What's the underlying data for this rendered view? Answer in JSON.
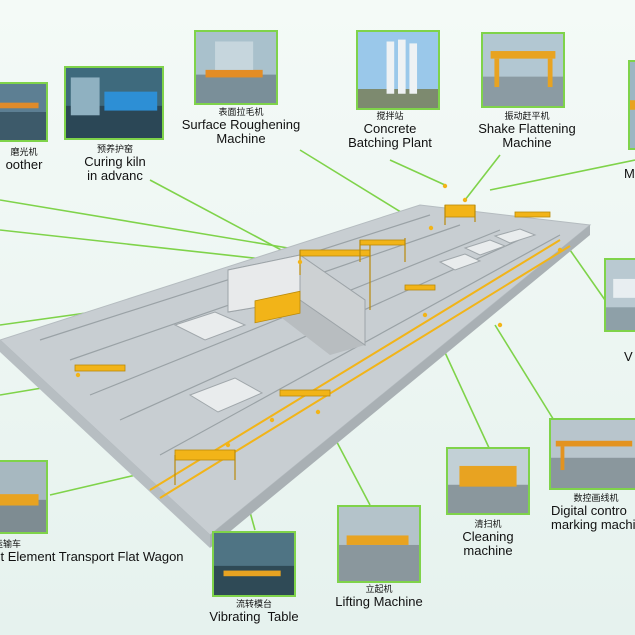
{
  "labels": {
    "surface_roughening": {
      "cn": "表面拉毛机",
      "en_line1": "Surface Roughening",
      "en_line2": "Machine"
    },
    "concrete_batching": {
      "cn": "搅拌站",
      "en_line1": "Concrete",
      "en_line2": "Batching Plant"
    },
    "shake_flattening": {
      "cn": "振动赶平机",
      "en_line1": "Shake Flattening",
      "en_line2": "Machine"
    },
    "curing_kiln": {
      "cn": "预养护窑",
      "en_line1": "Curing kiln",
      "en_line2": "in advanc"
    },
    "smoother": {
      "cn": "磨光机",
      "en_line1": "oother"
    },
    "right_top_partial": {
      "en_line1": "M"
    },
    "right_mid_partial": {
      "en_line1": "V"
    },
    "cleaning": {
      "cn": "清扫机",
      "en_line1": "Cleaning",
      "en_line2": "machine"
    },
    "digital_marking": {
      "cn": "数控画线机",
      "en_line1": "Digital contro",
      "en_line2": "marking machi"
    },
    "transport_wagon": {
      "cn": "运输车",
      "en_line1": "st Element Transport Flat Wagon"
    },
    "vibrating_table": {
      "cn": "流转模台",
      "en_line1": "Vibrating  Table"
    },
    "lifting": {
      "cn": "立起机",
      "en_line1": "Lifting Machine"
    }
  },
  "colors": {
    "photo_border": "#7fd34a",
    "leader_line": "#7fd34a",
    "platform": "#c9d0d4",
    "machine_yellow": "#f2b418"
  }
}
